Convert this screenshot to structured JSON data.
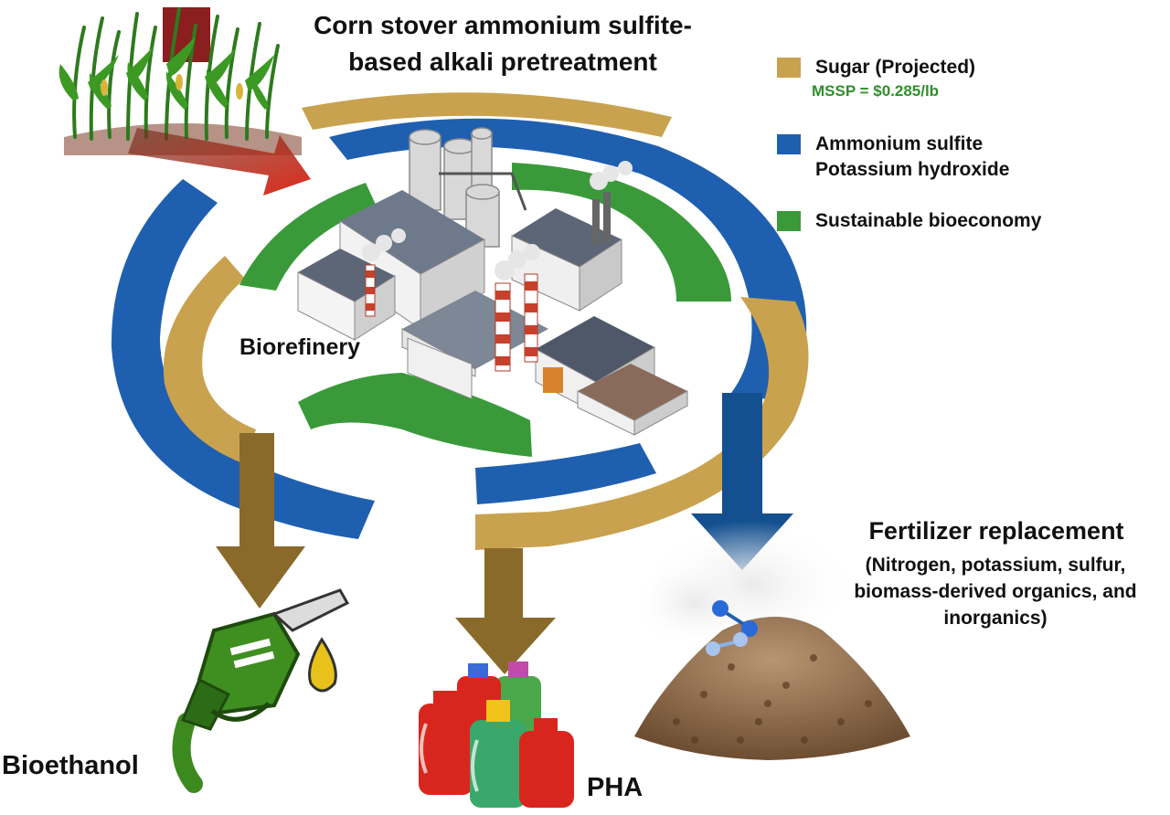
{
  "title": {
    "line1": "Corn stover ammonium sulfite-",
    "line2": "based alkali pretreatment"
  },
  "legend": {
    "items": [
      {
        "label": "Sugar (Projected)",
        "color": "#c9a24f"
      },
      {
        "label_line1": "Ammonium sulfite",
        "label_line2": "Potassium hydroxide",
        "color": "#1f5fb0"
      },
      {
        "label": "Sustainable bioeconomy",
        "color": "#3a9a3a"
      }
    ],
    "sugar_note": "MSSP = $0.285/lb"
  },
  "center_label": "Biorefinery",
  "products": {
    "bioethanol": "Bioethanol",
    "pha": "PHA",
    "fertilizer": {
      "title": "Fertilizer replacement",
      "detail_lines": [
        "(Nitrogen, potassium, sulfur,",
        "biomass-derived organics, and",
        "inorganics)"
      ]
    }
  },
  "colors": {
    "sugar": "#c9a24f",
    "blue": "#1f5fb0",
    "green": "#3a9a3a",
    "arrow_brown": "#8a6a2a",
    "arrow_blue": "#14508f",
    "arrow_red": "#d22a1e"
  },
  "icons": [
    "corn-field-icon",
    "factory-icon",
    "fuel-nozzle-icon",
    "fuel-drop-icon",
    "bottles-icon",
    "fertilizer-pile-icon",
    "molecule-icon"
  ]
}
